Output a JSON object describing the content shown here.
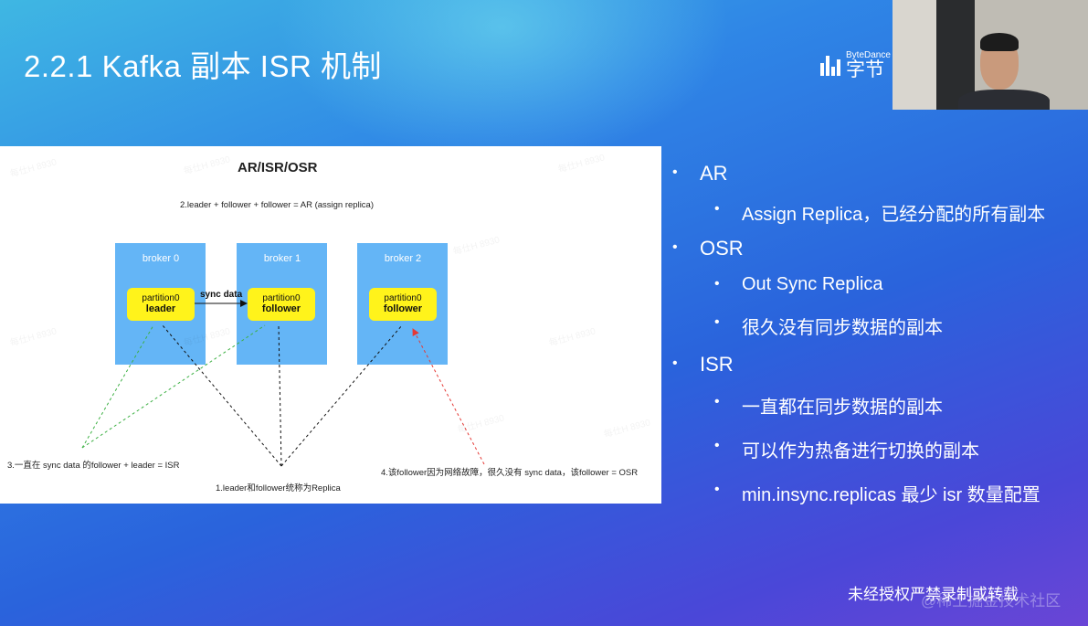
{
  "slide": {
    "title": "2.2.1 Kafka 副本 ISR 机制",
    "logo_top": "ByteDance",
    "logo_cn": "字节"
  },
  "figure": {
    "title": "AR/ISR/OSR",
    "note_top": "2.leader + follower + follower = AR (assign replica)",
    "brokers": [
      {
        "label": "broker 0",
        "partition": "partition0",
        "role": "leader"
      },
      {
        "label": "broker 1",
        "partition": "partition0",
        "role": "follower"
      },
      {
        "label": "broker 2",
        "partition": "partition0",
        "role": "follower"
      }
    ],
    "sync_label": "sync data",
    "note_isr": "3.一直在 sync data 的follower + leader  = ISR",
    "note_replica": "1.leader和follower统称为Replica",
    "note_osr": "4.该follower因为网络故障，很久没有 sync data，该follower = OSR",
    "watermark": "每仕H 8930"
  },
  "bullets": {
    "ar": "AR",
    "ar_desc": "Assign Replica，已经分配的所有副本",
    "osr": "OSR",
    "osr_desc1": "Out Sync Replica",
    "osr_desc2": "很久没有同步数据的副本",
    "isr": "ISR",
    "isr_desc1": "一直都在同步数据的副本",
    "isr_desc2": "可以作为热备进行切换的副本",
    "isr_desc3": "min.insync.replicas 最少 isr 数量配置",
    "bullet_char": "•"
  },
  "footer": {
    "notice": "未经授权严禁录制或转载",
    "community": "@稀土掘金技术社区"
  }
}
